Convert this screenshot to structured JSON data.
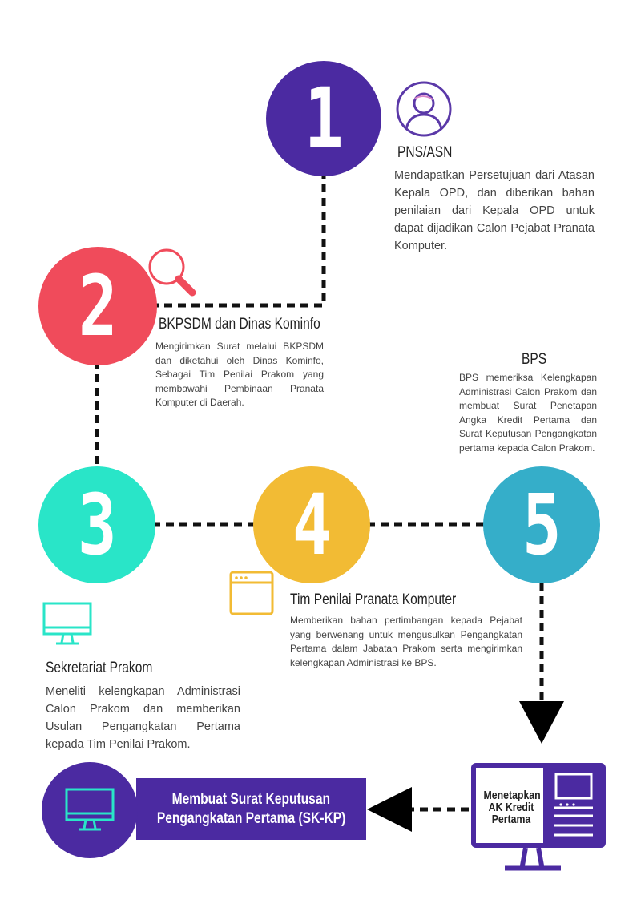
{
  "colors": {
    "purple": "#4b2aa1",
    "red": "#f04b5b",
    "teal": "#29e5c8",
    "yellow": "#f2bb34",
    "blue": "#35aec9",
    "line": "#111111"
  },
  "steps": [
    {
      "number": "1",
      "title": "PNS/ASN",
      "text": "Mendapatkan Persetujuan dari Atasan Kepala OPD, dan diberikan bahan penilaian dari Kepala OPD untuk dapat dijadikan Calon Pejabat Pranata Komputer.",
      "icon": "user-icon"
    },
    {
      "number": "2",
      "title": "BKPSDM dan Dinas Kominfo",
      "text": "Mengirimkan Surat melalui BKPSDM dan diketahui oleh Dinas Kominfo, Sebagai Tim Penilai Prakom yang membawahi Pembinaan Pranata Komputer di Daerah.",
      "icon": "search-icon"
    },
    {
      "number": "3",
      "title": "Sekretariat Prakom",
      "text": "Meneliti kelengkapan Administrasi Calon Prakom dan memberikan Usulan Pengangkatan Pertama kepada Tim Penilai Prakom.",
      "icon": "monitor-icon"
    },
    {
      "number": "4",
      "title": "Tim Penilai Pranata Komputer",
      "text": "Memberikan bahan pertimbangan kepada Pejabat yang berwenang untuk mengusulkan Pengangkatan Pertama dalam Jabatan Prakom serta mengirimkan kelengkapan Administrasi ke BPS.",
      "icon": "browser-window-icon"
    },
    {
      "number": "5",
      "title": "BPS",
      "text": "BPS memeriksa Kelengkapan Administrasi Calon Prakom dan membuat Surat Penetapan Angka Kredit Pertama dan Surat Keputusan Pengangkatan pertama kepada Calon Prakom.",
      "icon": "building-icon"
    }
  ],
  "final_computer": {
    "lines": [
      "Menetapkan",
      "AK Kredit",
      "Pertama"
    ],
    "icon": "computer-tower-icon"
  },
  "banner": {
    "lines": [
      "Membuat Surat Keputusan",
      "Pengangkatan Pertama (SK-KP)"
    ],
    "icon": "monitor-icon"
  }
}
